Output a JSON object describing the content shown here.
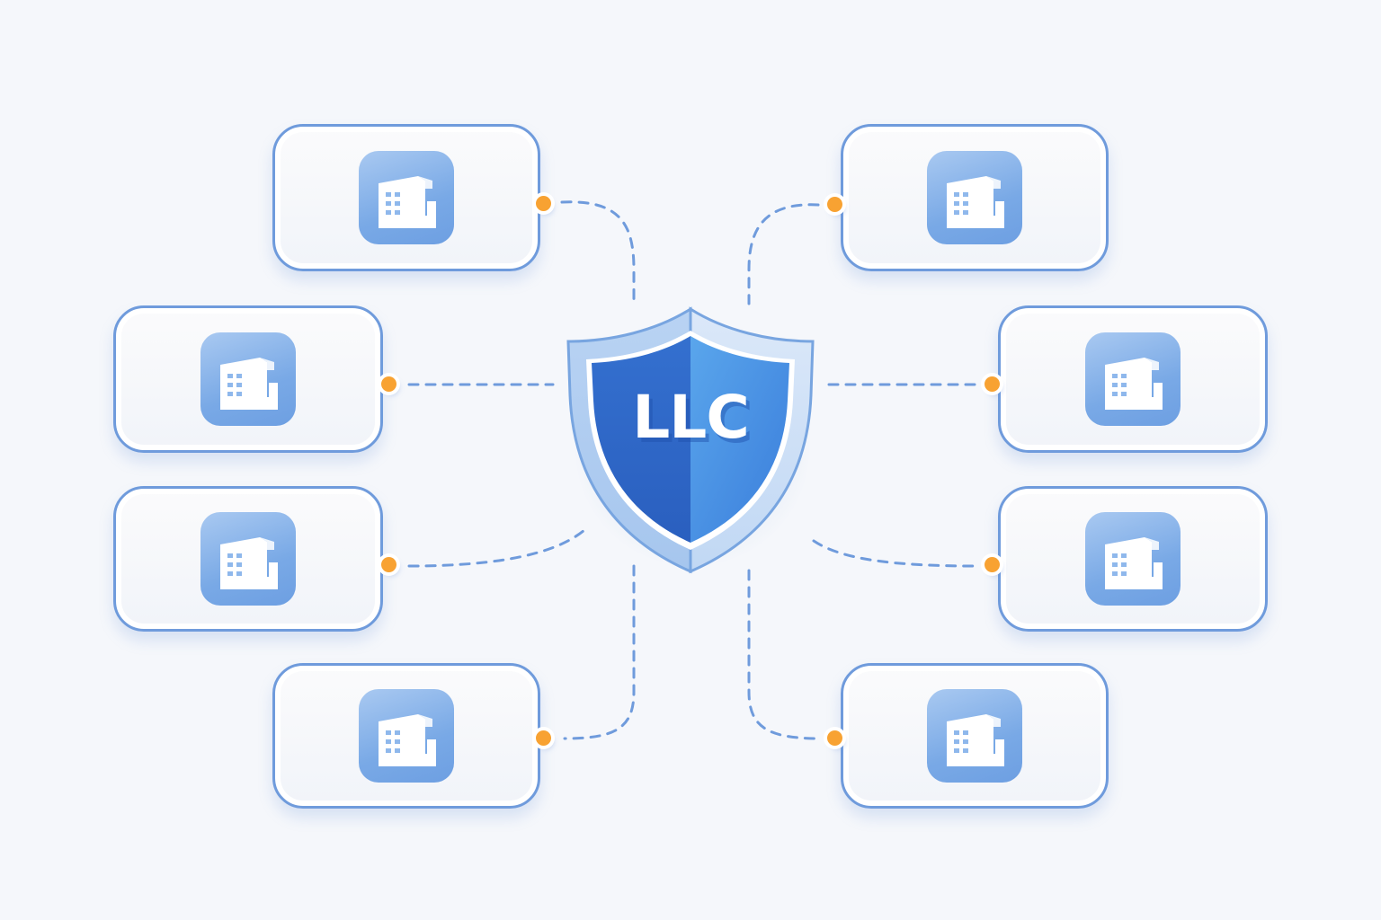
{
  "center": {
    "label": "LLC",
    "icon": "shield-icon",
    "colors": {
      "shield_dark": "#2e68c8",
      "shield_light": "#4a93e6",
      "rim": "#a9c8ef"
    }
  },
  "nodes": [
    {
      "id": "top-left",
      "icon": "building-icon",
      "side": "left"
    },
    {
      "id": "mid-left-upper",
      "icon": "building-icon",
      "side": "left"
    },
    {
      "id": "mid-left-lower",
      "icon": "building-icon",
      "side": "left"
    },
    {
      "id": "bottom-left",
      "icon": "building-icon",
      "side": "left"
    },
    {
      "id": "top-right",
      "icon": "building-icon",
      "side": "right"
    },
    {
      "id": "mid-right-upper",
      "icon": "building-icon",
      "side": "right"
    },
    {
      "id": "mid-right-lower",
      "icon": "building-icon",
      "side": "right"
    },
    {
      "id": "bottom-right",
      "icon": "building-icon",
      "side": "right"
    }
  ],
  "colors": {
    "background": "#f5f7fb",
    "node_border": "#6f9bdc",
    "connector_dot": "#f8a232",
    "dashed_line": "#6f9bdc",
    "icon_tile": "#79a9e6"
  }
}
